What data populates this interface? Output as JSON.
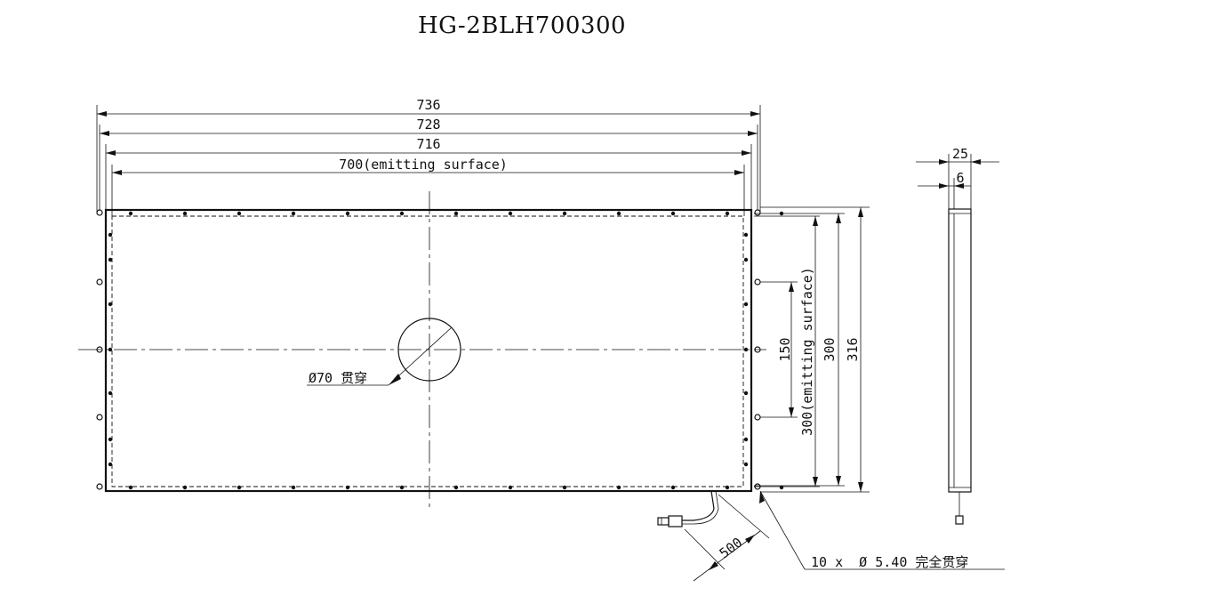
{
  "title": "HG-2BLH700300",
  "dimensions": {
    "width_overall": "736",
    "width_holes": "728",
    "width_frame": "716",
    "width_emitting": "700(emitting surface)",
    "height_overall": "316",
    "height_frame": "300",
    "height_emitting": "300(emitting surface)",
    "hole_spacing": "150",
    "side_overall": "25",
    "side_thickness": "6",
    "cable_length": "500"
  },
  "annotations": {
    "center_hole": "Ø70 贯穿",
    "mount_holes": "10 x  Ø 5.40 完全贯穿"
  }
}
